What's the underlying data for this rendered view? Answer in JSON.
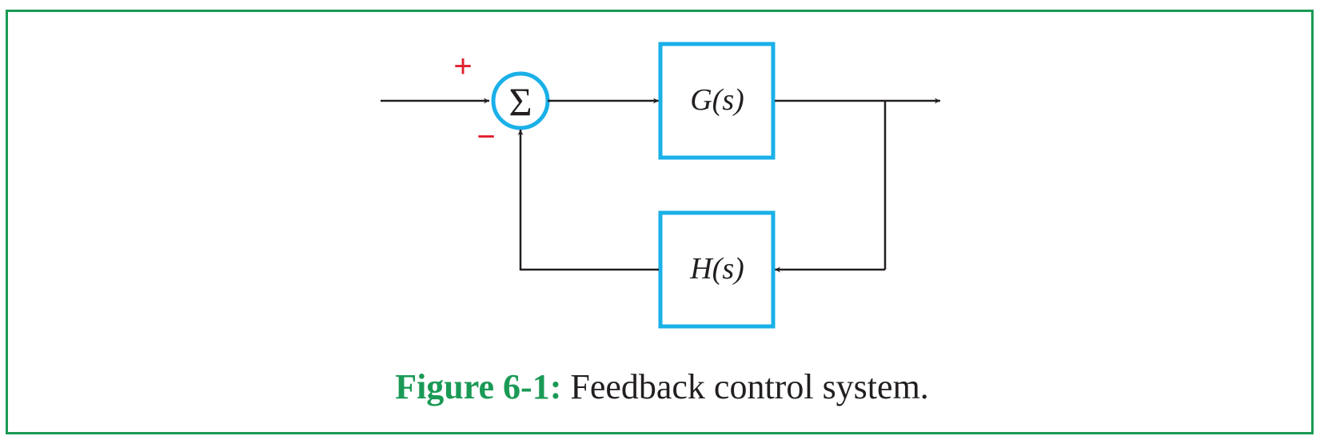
{
  "figure": {
    "label": "Figure 6-1:",
    "caption": "Feedback control system."
  },
  "diagram": {
    "summing_junction": {
      "symbol": "Σ",
      "plus_sign": "+",
      "minus_sign": "−"
    },
    "forward_block": {
      "label": "G(s)"
    },
    "feedback_block": {
      "label": "H(s)"
    }
  },
  "colors": {
    "frame": "#1a9a55",
    "block_border": "#1ab0e8",
    "signs": "#e0202e",
    "lines": "#231f20",
    "caption_label": "#1a9a55"
  }
}
